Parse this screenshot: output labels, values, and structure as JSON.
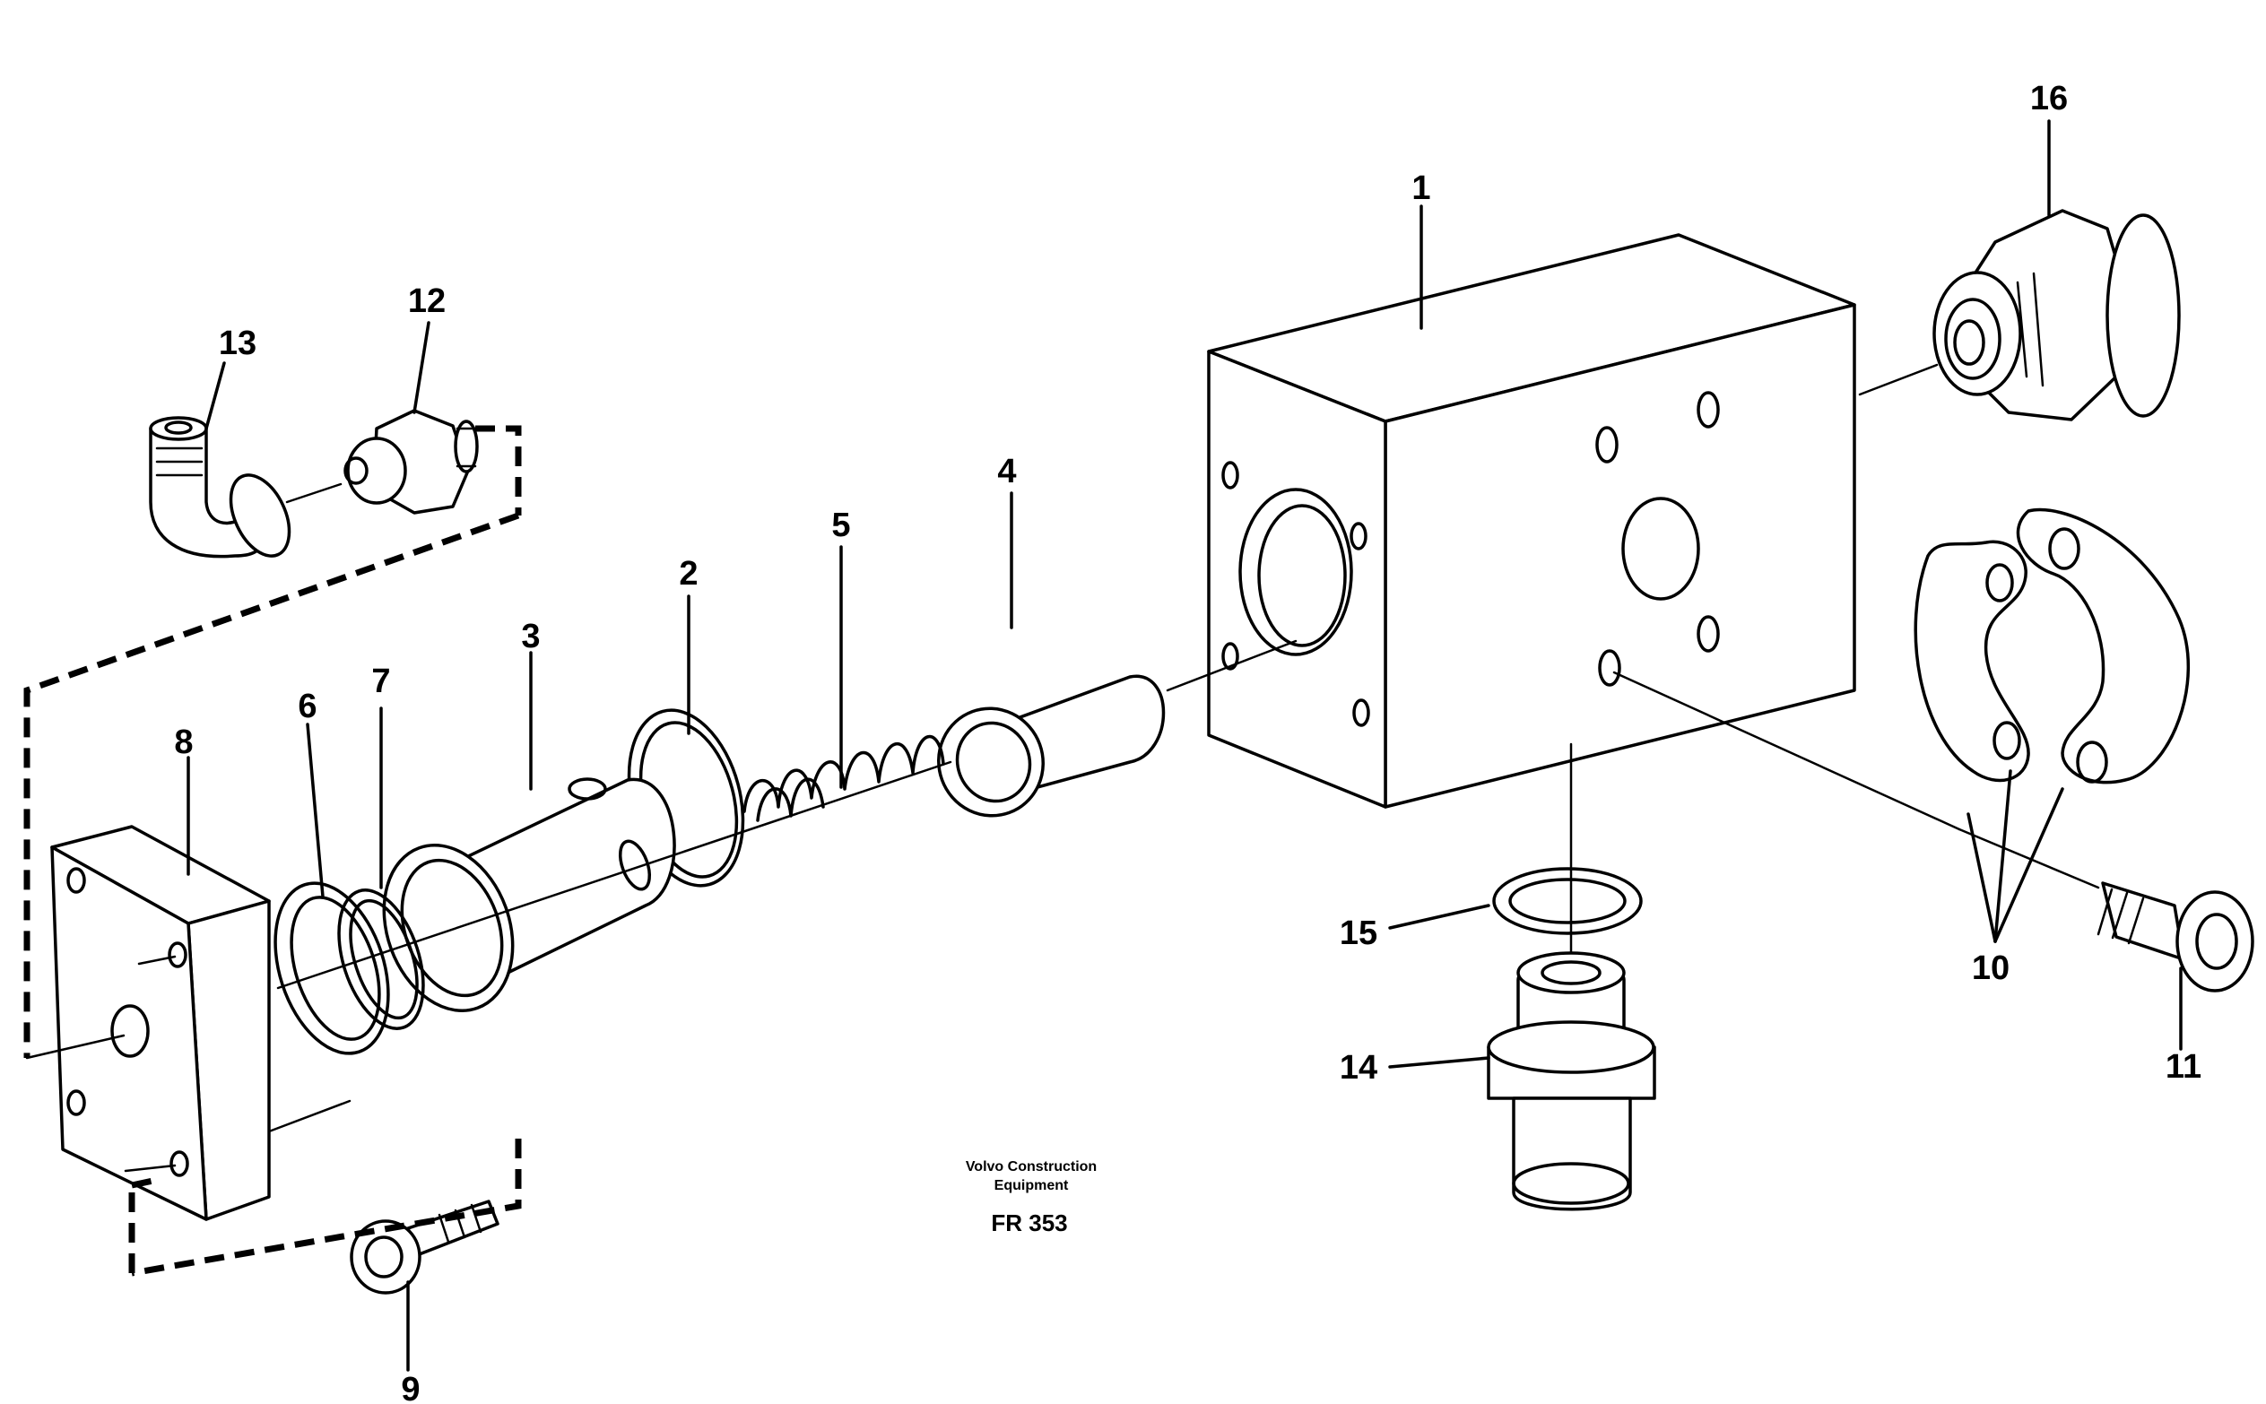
{
  "caption": {
    "company_line1": "Volvo Construction",
    "company_line2": "Equipment",
    "figure_code": "FR 353"
  },
  "callouts": [
    {
      "id": "1",
      "label": "1"
    },
    {
      "id": "2",
      "label": "2"
    },
    {
      "id": "3",
      "label": "3"
    },
    {
      "id": "4",
      "label": "4"
    },
    {
      "id": "5",
      "label": "5"
    },
    {
      "id": "6",
      "label": "6"
    },
    {
      "id": "7",
      "label": "7"
    },
    {
      "id": "8",
      "label": "8"
    },
    {
      "id": "9",
      "label": "9"
    },
    {
      "id": "10",
      "label": "10"
    },
    {
      "id": "11",
      "label": "11"
    },
    {
      "id": "12",
      "label": "12"
    },
    {
      "id": "13",
      "label": "13"
    },
    {
      "id": "14",
      "label": "14"
    },
    {
      "id": "15",
      "label": "15"
    },
    {
      "id": "16",
      "label": "16"
    }
  ]
}
